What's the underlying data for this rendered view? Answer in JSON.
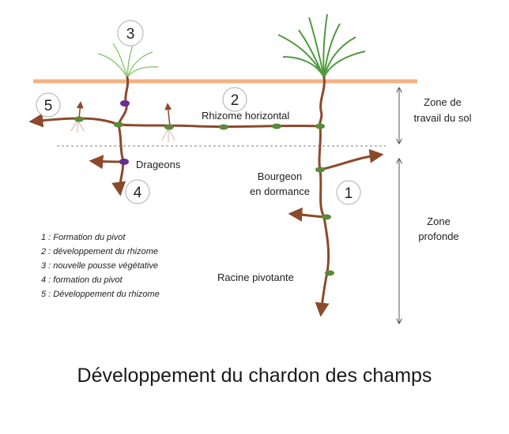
{
  "labels": {
    "zone_travail_line1": "Zone de",
    "zone_travail_line2": "travail du sol",
    "zone_profonde_line1": "Zone",
    "zone_profonde_line2": "profonde",
    "rhizome_horizontal": "Rhizome horizontal",
    "drageons": "Drageons",
    "bourgeon_line1": "Bourgeon",
    "bourgeon_line2": "en dormance",
    "racine_pivotante": "Racine pivotante"
  },
  "numbers": {
    "n1": "1",
    "n2": "2",
    "n3": "3",
    "n4": "4",
    "n5": "5"
  },
  "legend": [
    "1 : Formation du pivot",
    "2 : développement du rhizome",
    "3 : nouvelle pousse végétative",
    "4 : formation du pivot",
    "5 : Développement du rhizome"
  ],
  "caption": "Développement du chardon des champs",
  "colors": {
    "soil_line": "#f4b183",
    "root": "#8b4a2b",
    "bud": "#5a8a3a",
    "purple_bud": "#6a2c91",
    "leaves": "#4f9a3f",
    "leaves_young": "#8ecb7a"
  }
}
